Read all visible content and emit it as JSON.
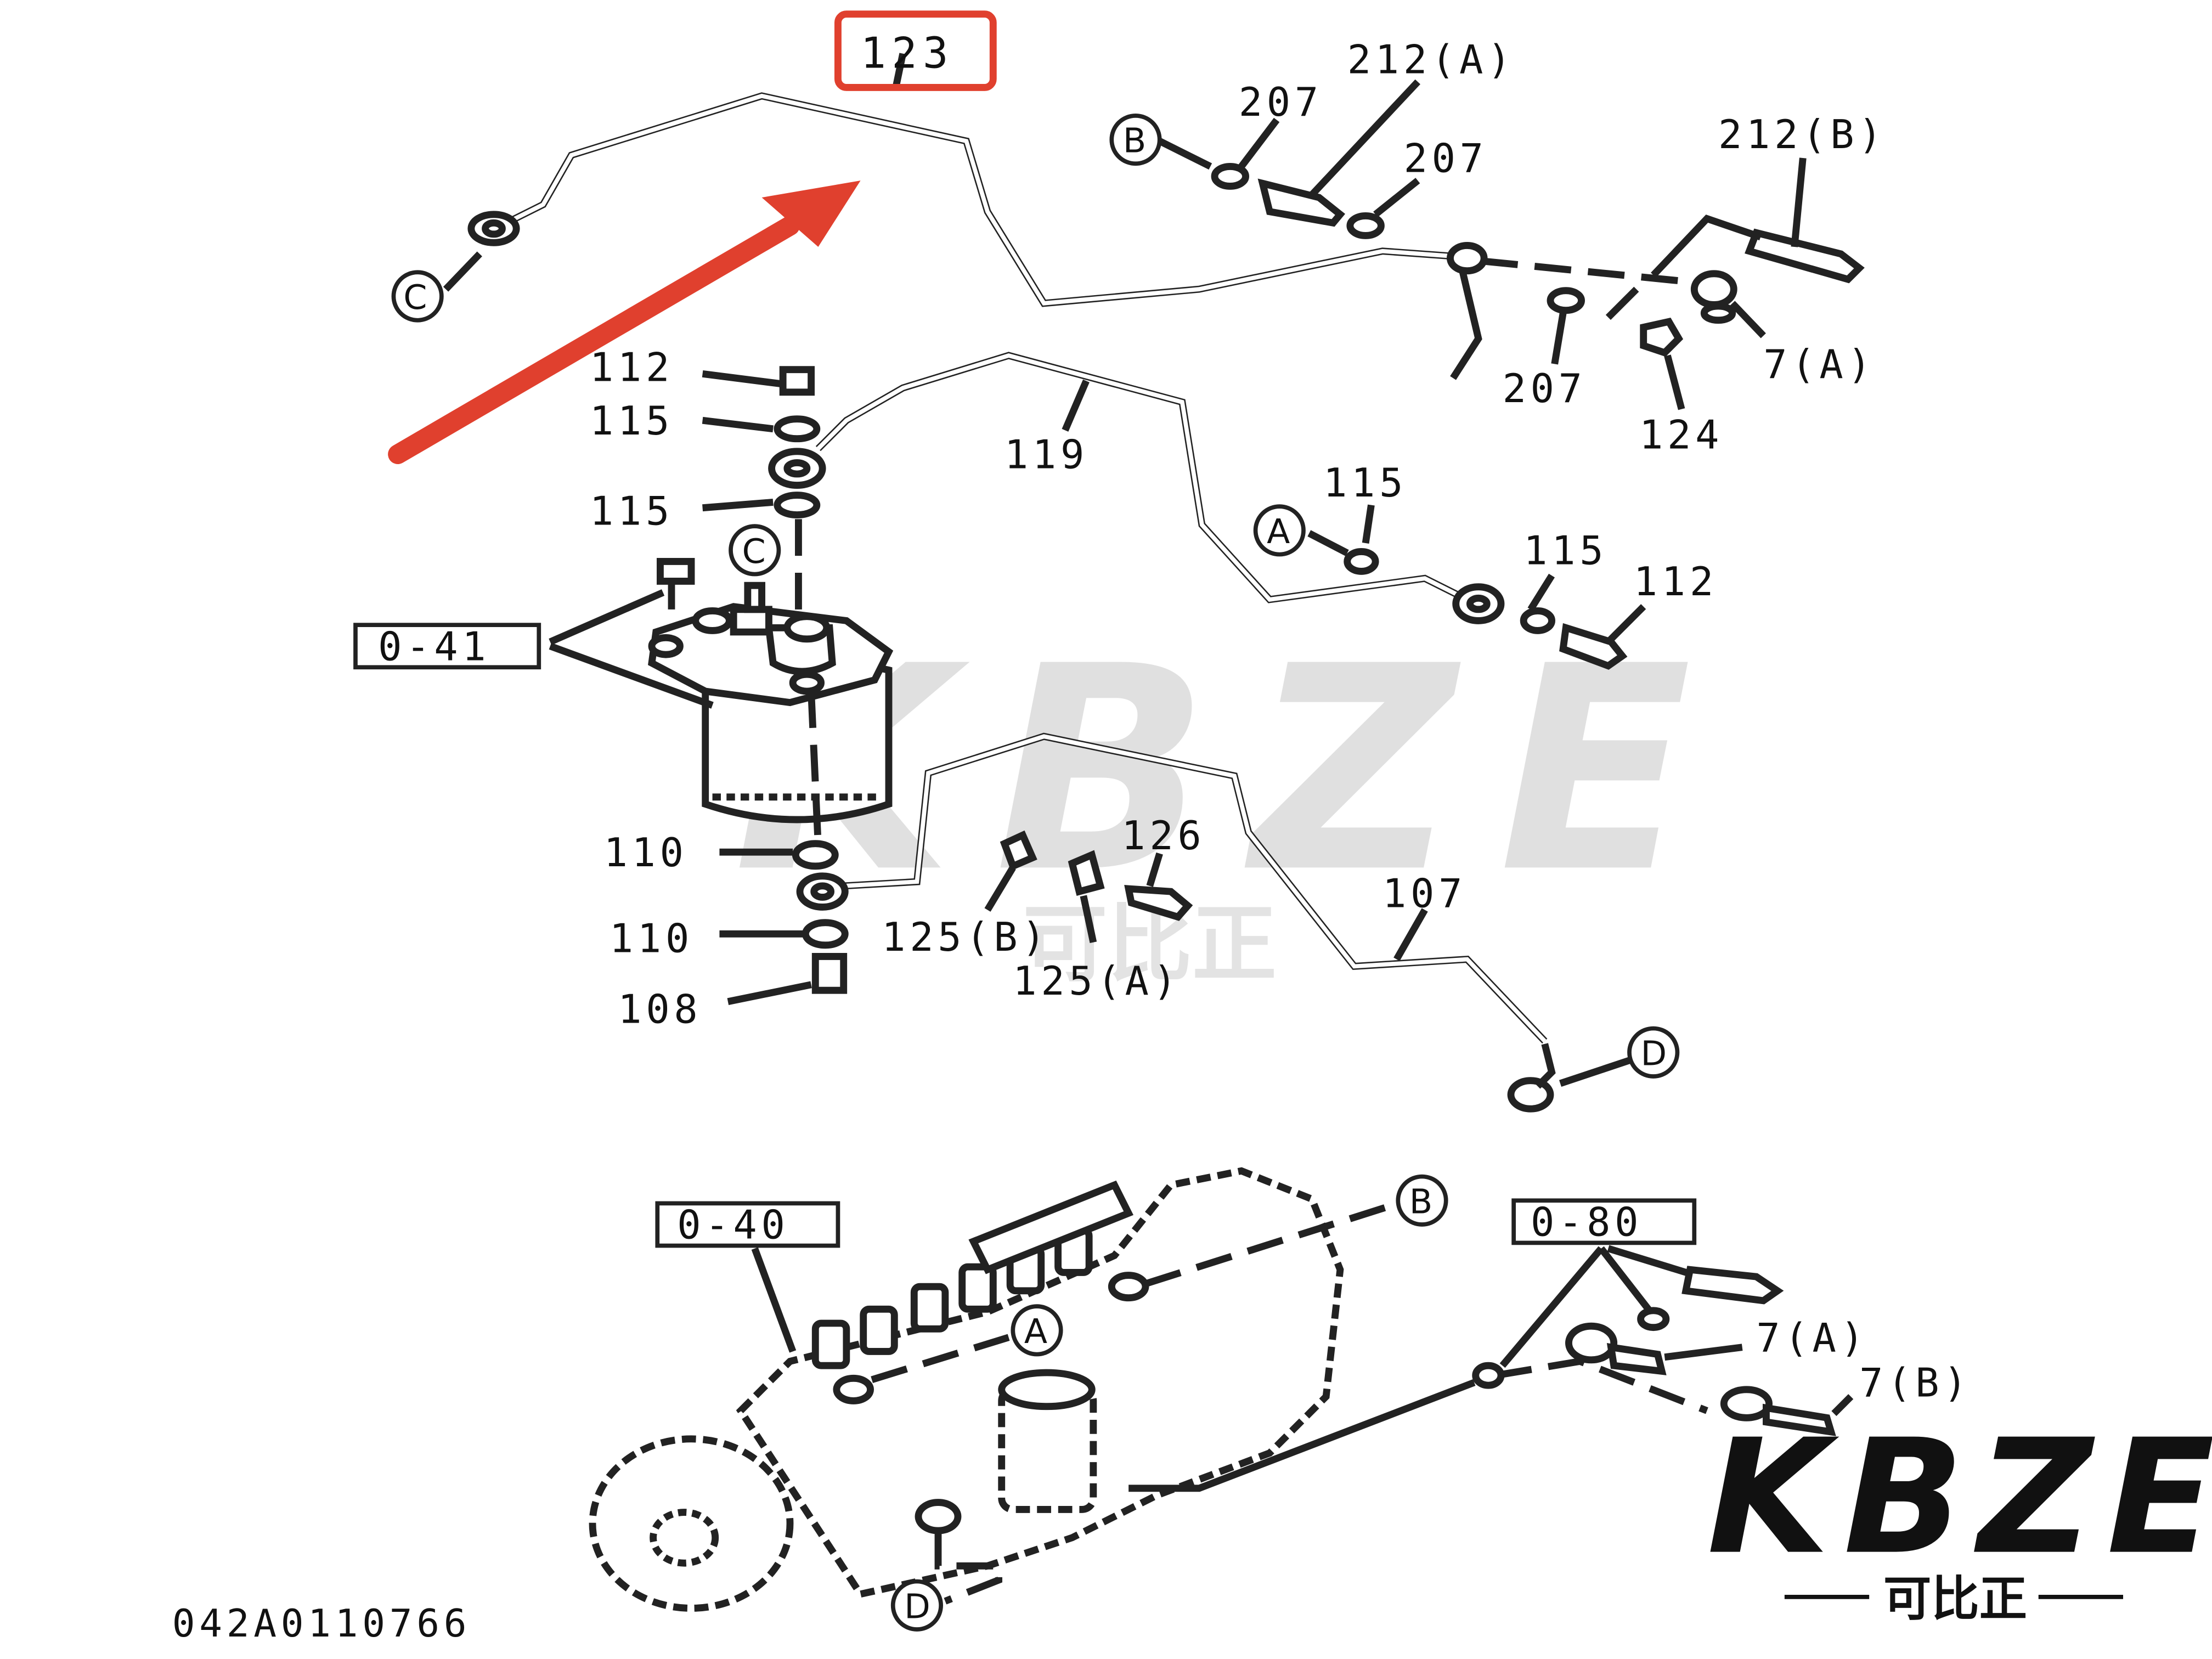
{
  "highlight_label": "123",
  "labels": {
    "l212a": "212(A)",
    "l207a": "207",
    "l207b": "207",
    "l212b": "212(B)",
    "l207c": "207",
    "l124": "124",
    "l7a_top": "7(A)",
    "l112a": "112",
    "l115a": "115",
    "l115b": "115",
    "l119": "119",
    "l115c": "115",
    "l115d": "115",
    "l112b": "112",
    "l041": "0-41",
    "l110a": "110",
    "l110b": "110",
    "l108": "108",
    "l126": "126",
    "l125b": "125(B)",
    "l125a": "125(A)",
    "l107": "107",
    "l040": "0-40",
    "l080": "0-80",
    "l7a_bot": "7(A)",
    "l7b": "7(B)"
  },
  "circled": {
    "c_top": "C",
    "b_top": "B",
    "a_mid": "A",
    "c_mid": "C",
    "d_mid": "D",
    "b_bot": "B",
    "a_bot": "A",
    "d_bot": "D"
  },
  "drawing_code": "042A0110766",
  "watermark": {
    "text": "KBZE",
    "cn": "可比正"
  },
  "logo": {
    "text": "KBZE",
    "cn": "可比正"
  },
  "colors": {
    "highlight": "#e0402e",
    "arrow": "#e0402e",
    "ink": "#222222",
    "watermark": "#d6d6d6"
  }
}
